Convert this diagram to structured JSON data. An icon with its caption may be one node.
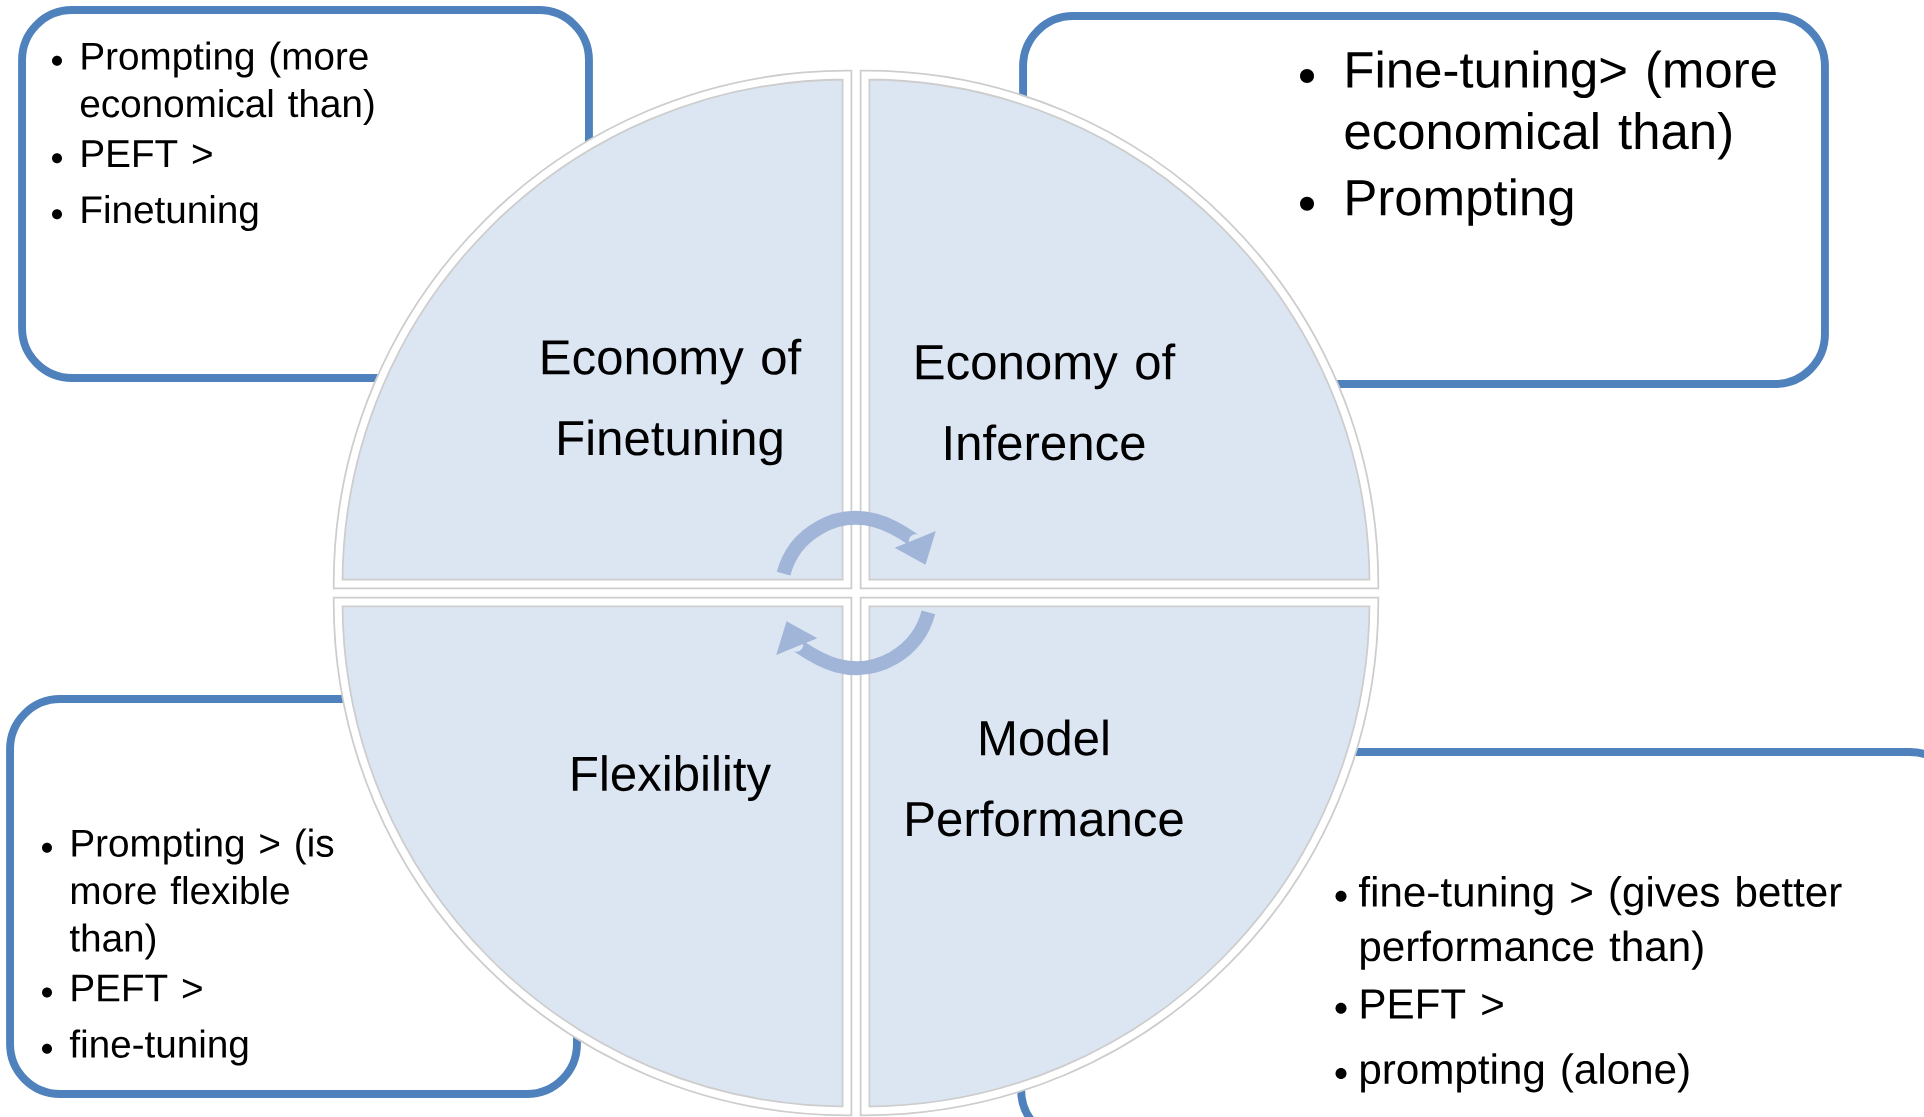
{
  "diagram": {
    "nodes": [
      {
        "text": [
          "Prompting (more economical than)",
          "PEFT >",
          "Finetuning"
        ]
      },
      {
        "text": [
          "Fine-tuning> (more economical than)",
          "Prompting"
        ]
      },
      {
        "text": [
          "Economy of Finetuning"
        ]
      },
      {
        "text": [
          "Economy of Inference"
        ]
      },
      {
        "text": [
          "Flexibility"
        ]
      },
      {
        "text": [
          "Model Performance"
        ]
      },
      {
        "text": [
          "Prompting > (is more flexible than)",
          "PEFT >",
          "fine-tuning"
        ]
      },
      {
        "text": [
          "fine-tuning > (gives better performance than)",
          "PEFT >",
          "prompting (alone)"
        ]
      }
    ],
    "edges": [
      {
        "from": 2,
        "to": 3,
        "arrow": "to"
      },
      {
        "from": 5,
        "to": 4,
        "arrow": "to"
      }
    ]
  }
}
